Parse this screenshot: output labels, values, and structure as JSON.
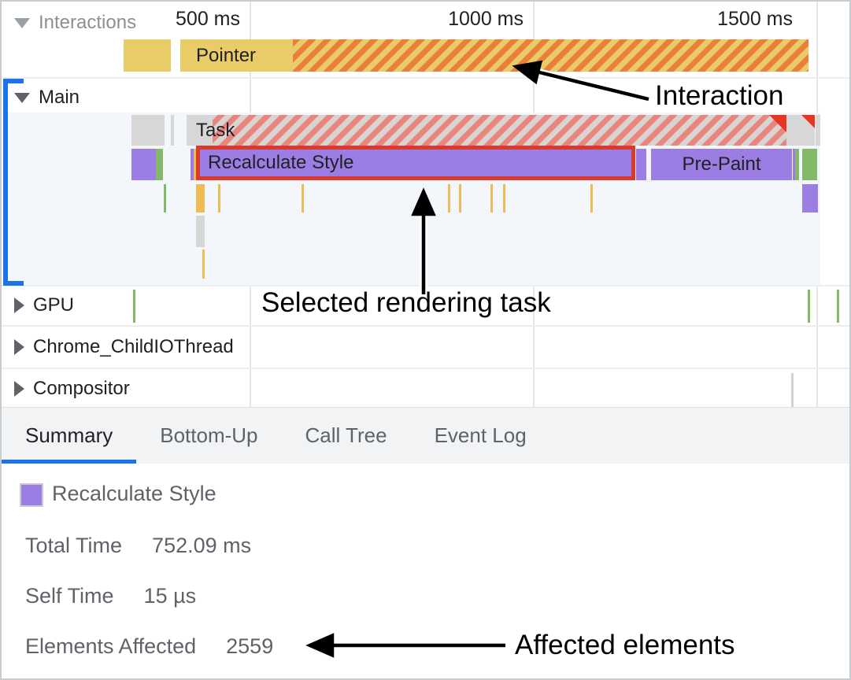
{
  "ruler": {
    "ticks": [
      "500 ms",
      "1000 ms",
      "1500 ms"
    ]
  },
  "tracks": {
    "interactions": {
      "label": "Interactions",
      "pointer_label": "Pointer"
    },
    "main": {
      "label": "Main",
      "task_label": "Task",
      "selected_event_label": "Recalculate Style",
      "prepaint_label": "Pre-Paint"
    },
    "gpu": {
      "label": "GPU"
    },
    "chrome_child_io_thread": {
      "label": "Chrome_ChildIOThread"
    },
    "compositor": {
      "label": "Compositor"
    }
  },
  "annotations": {
    "interaction": "Interaction",
    "selected_task": "Selected rendering task",
    "affected_elements": "Affected elements"
  },
  "tabs": [
    {
      "label": "Summary",
      "selected": true
    },
    {
      "label": "Bottom-Up",
      "selected": false
    },
    {
      "label": "Call Tree",
      "selected": false
    },
    {
      "label": "Event Log",
      "selected": false
    }
  ],
  "summary": {
    "event_name": "Recalculate Style",
    "rows": [
      {
        "label": "Total Time",
        "value": "752.09 ms"
      },
      {
        "label": "Self Time",
        "value": "15 µs"
      },
      {
        "label": "Elements Affected",
        "value": "2559"
      }
    ]
  },
  "colors": {
    "accent_blue": "#1a73e8",
    "interaction_yellow": "#e9cc67",
    "interaction_hatch_orange": "#ea7f3c",
    "task_stripe_red": "#e9857d",
    "task_stripe_gray": "#d8d4d2",
    "rendering_purple": "#9b7de3",
    "painting_green": "#82ba6a",
    "selection_red": "#d93a2d",
    "warning_red": "#e93323",
    "system_gray": "#d7d7d7",
    "tick_orange": "#eebb55",
    "text_dark": "#202124",
    "text_gray": "#5f6368"
  }
}
